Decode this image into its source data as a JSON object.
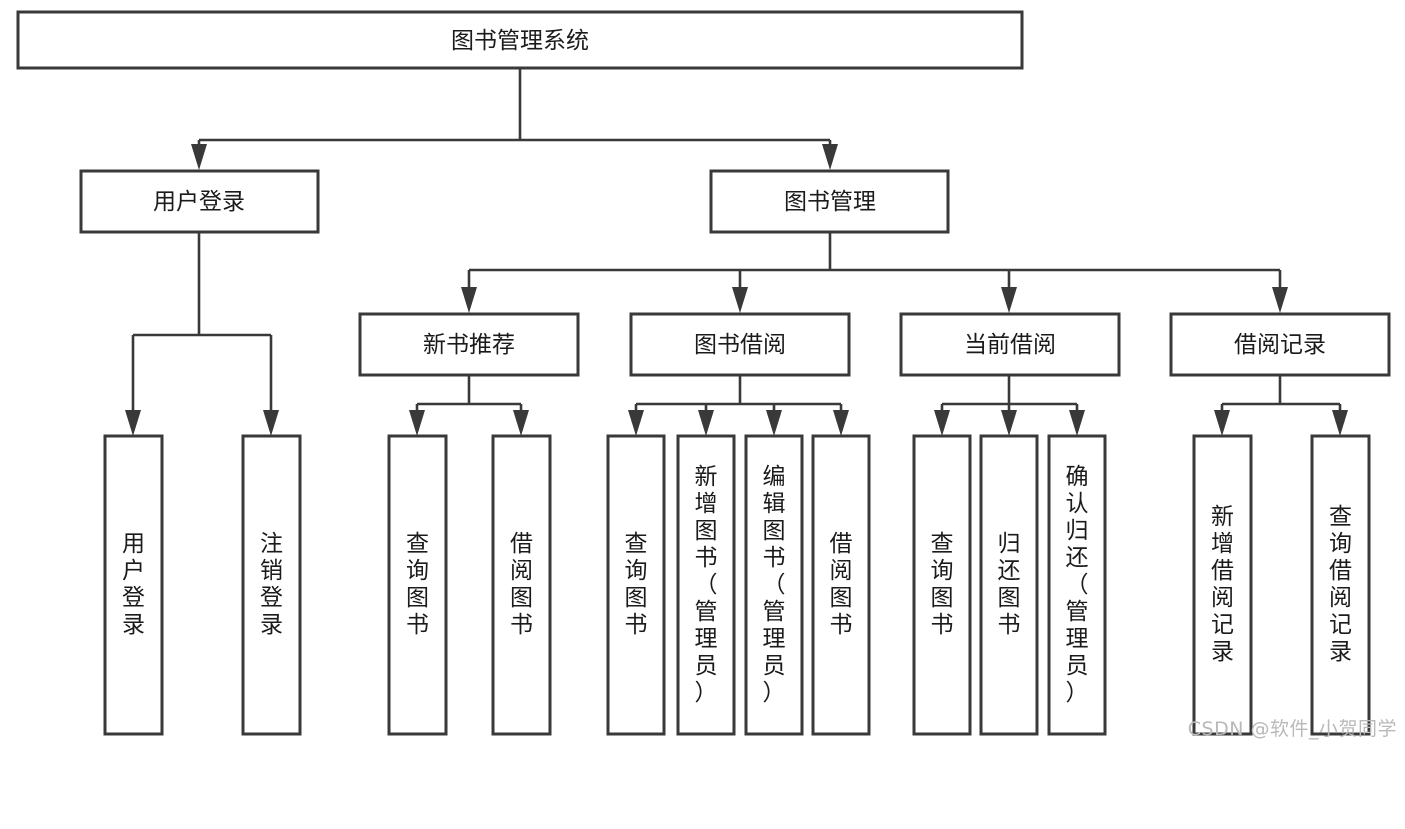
{
  "diagram": {
    "type": "tree",
    "title": "图书管理系统",
    "watermark": "CSDN @软件_小贺同学",
    "colors": {
      "stroke": "#393939",
      "fill": "#ffffff",
      "text": "#1b1b1b",
      "watermark": "#b9b9b9"
    },
    "root": {
      "label": "图书管理系统",
      "orientation": "horizontal"
    },
    "level2": [
      {
        "label": "用户登录",
        "orientation": "horizontal"
      },
      {
        "label": "图书管理",
        "orientation": "horizontal"
      }
    ],
    "level3": [
      {
        "label": "新书推荐",
        "orientation": "horizontal"
      },
      {
        "label": "图书借阅",
        "orientation": "horizontal"
      },
      {
        "label": "当前借阅",
        "orientation": "horizontal"
      },
      {
        "label": "借阅记录",
        "orientation": "horizontal"
      }
    ],
    "leaves": {
      "user_login": [
        {
          "label": "用户登录",
          "orientation": "vertical"
        },
        {
          "label": "注销登录",
          "orientation": "vertical"
        }
      ],
      "new_book_recommend": [
        {
          "label": "查询图书",
          "orientation": "vertical"
        },
        {
          "label": "借阅图书",
          "orientation": "vertical"
        }
      ],
      "book_borrow": [
        {
          "label": "查询图书",
          "orientation": "vertical"
        },
        {
          "label": "新增图书（管理员）",
          "orientation": "vertical"
        },
        {
          "label": "编辑图书（管理员）",
          "orientation": "vertical"
        },
        {
          "label": "借阅图书",
          "orientation": "vertical"
        }
      ],
      "current_borrow": [
        {
          "label": "查询图书",
          "orientation": "vertical"
        },
        {
          "label": "归还图书",
          "orientation": "vertical"
        },
        {
          "label": "确认归还（管理员）",
          "orientation": "vertical"
        }
      ],
      "borrow_record": [
        {
          "label": "新增借阅记录",
          "orientation": "vertical"
        },
        {
          "label": "查询借阅记录",
          "orientation": "vertical"
        }
      ]
    }
  }
}
